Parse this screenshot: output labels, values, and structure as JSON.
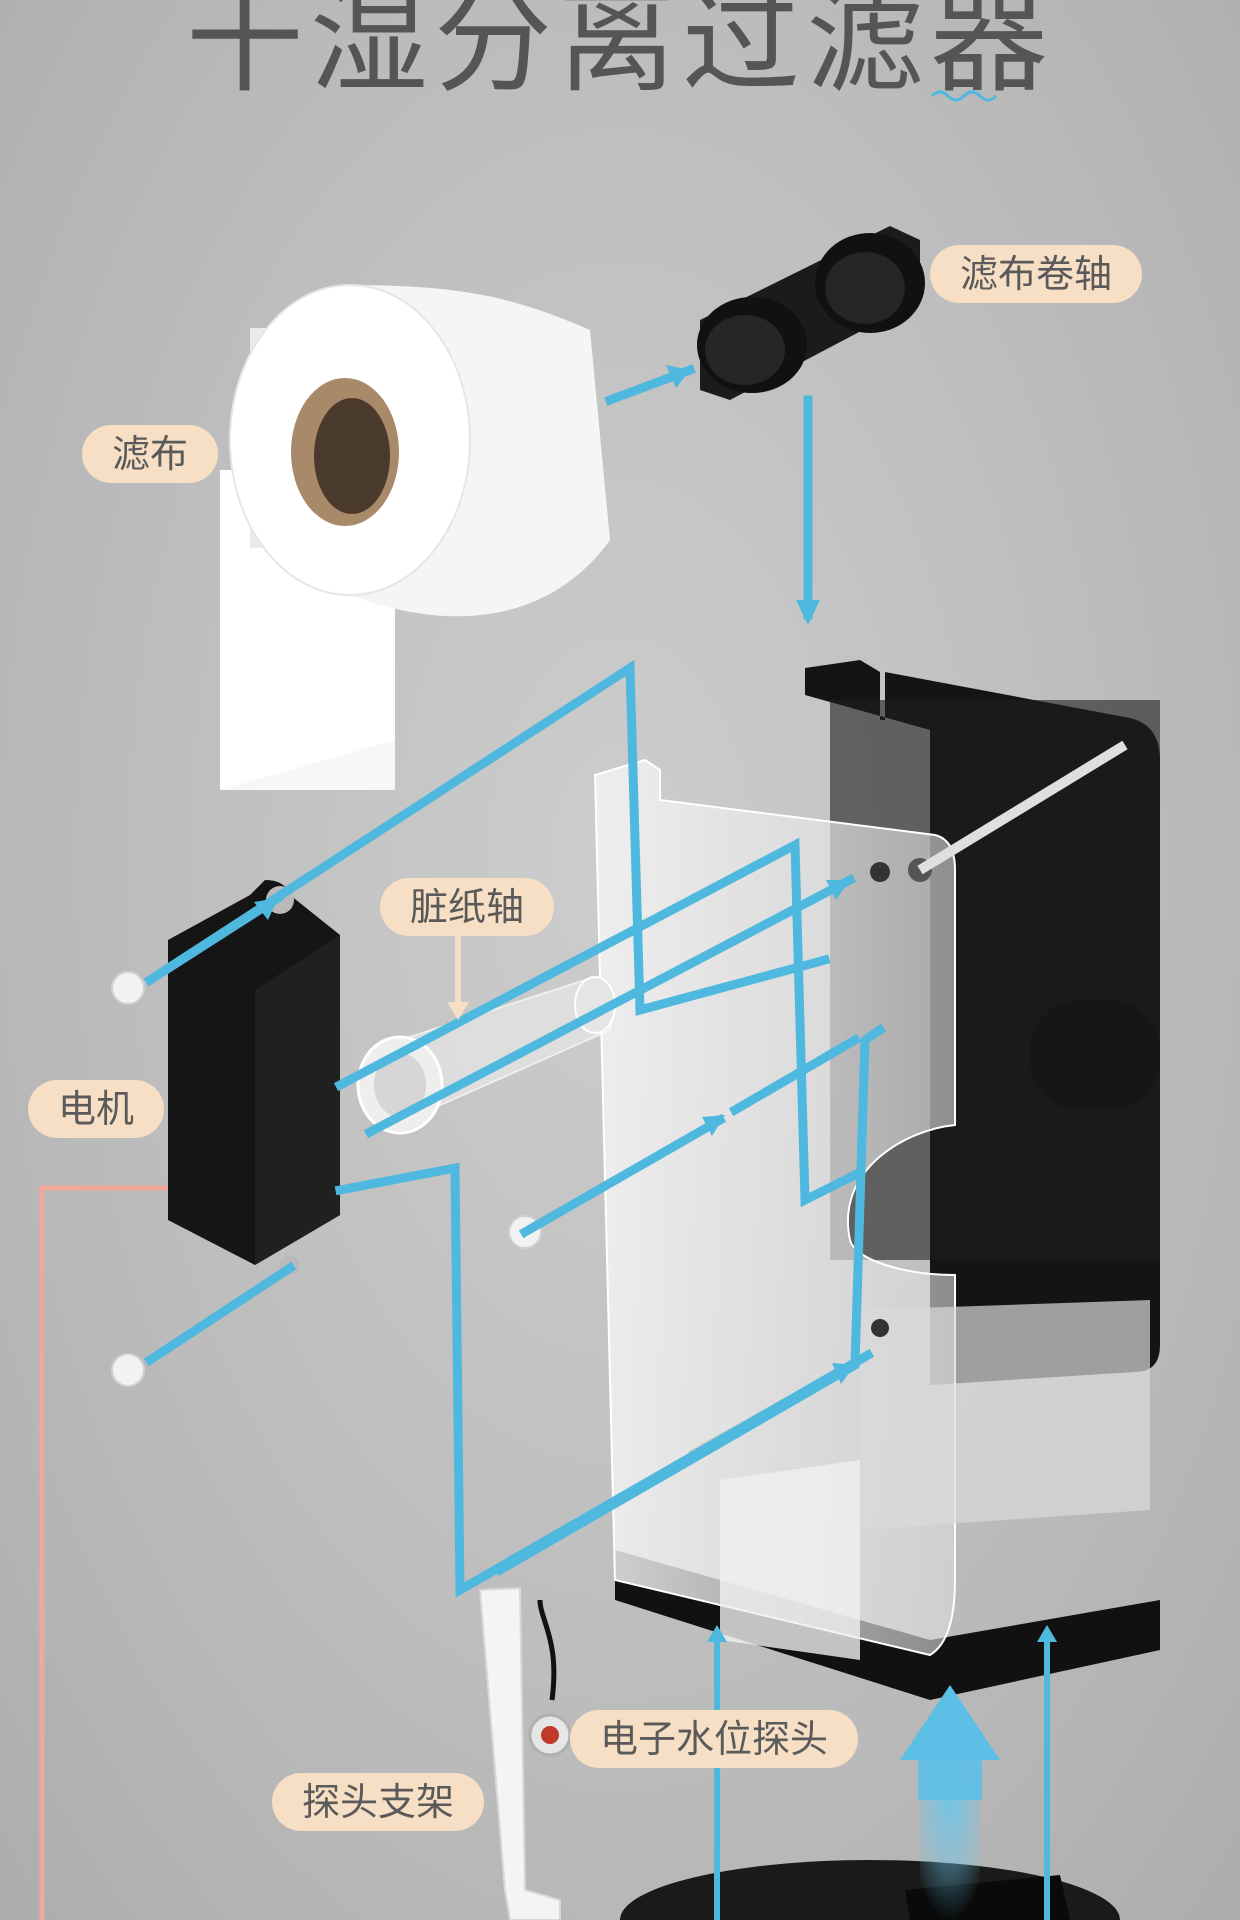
{
  "title": "干湿分离过滤器",
  "labels": {
    "filter_cloth": "滤布",
    "filter_reel": "滤布卷轴",
    "dirty_paper_shaft": "脏纸轴",
    "motor": "电机",
    "water_level_probe": "电子水位探头",
    "probe_bracket": "探头支架"
  },
  "colors": {
    "background": "#bdbdbd",
    "flow_line": "#4fb8de",
    "label_bg": "#f6dfc4",
    "title": "#555555",
    "accent_line": "#f0a89a"
  },
  "icons": [
    "filter-roll",
    "reel-clamp",
    "motor-body",
    "clear-tube",
    "housing-box",
    "screw",
    "probe-sensor",
    "airflow-arrow"
  ]
}
